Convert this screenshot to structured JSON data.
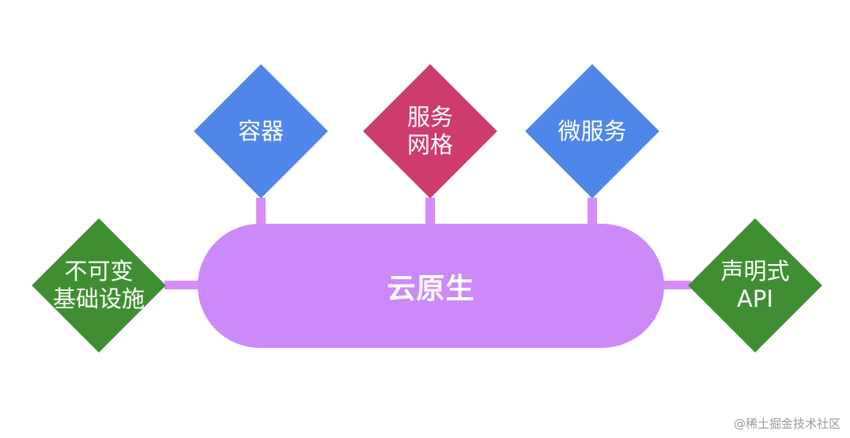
{
  "diagram": {
    "center": {
      "label": "云原生",
      "color": "#cc8af8"
    },
    "connector_color": "#d68df7",
    "nodes": [
      {
        "id": "container",
        "lines": [
          "容器"
        ],
        "color": "#4f86ea"
      },
      {
        "id": "service-mesh",
        "lines": [
          "服务",
          "网格"
        ],
        "color": "#cd3c6d"
      },
      {
        "id": "microservices",
        "lines": [
          "微服务"
        ],
        "color": "#4f86ea"
      },
      {
        "id": "immutable-infra",
        "lines": [
          "不可变",
          "基础设施"
        ],
        "color": "#3f8f32"
      },
      {
        "id": "declarative-api",
        "lines": [
          "声明式",
          "API"
        ],
        "color": "#3f8f32"
      }
    ]
  },
  "watermark": "@稀土掘金技术社区"
}
